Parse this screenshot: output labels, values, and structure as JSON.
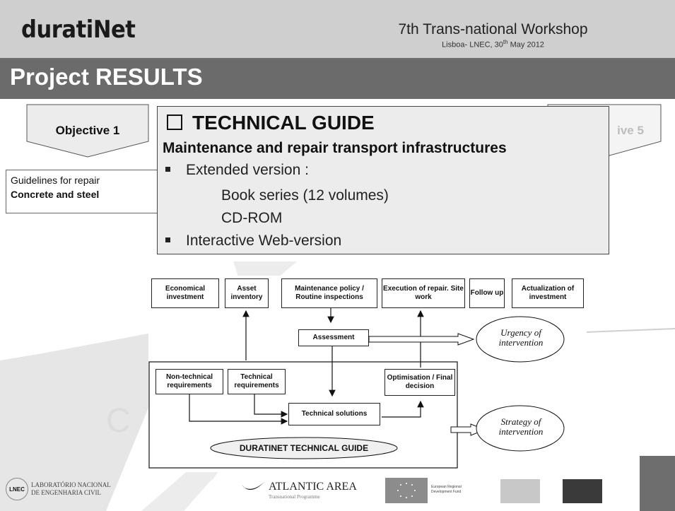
{
  "header": {
    "brand": "duratiNet",
    "workshop_title": "7th Trans-national Workshop",
    "workshop_place": "Lisboa- LNEC,  30",
    "workshop_sup": "th",
    "workshop_date": " May 2012"
  },
  "slide_title": "Project RESULTS",
  "objectives": {
    "obj1": "Objective 1",
    "obj5_partial": "ive 5",
    "guidelines_line1": "Guidelines for repair",
    "guidelines_line2": "Concrete and steel"
  },
  "technical_guide": {
    "title_icon": "checkbox-empty-icon",
    "title": "TECHNICAL GUIDE",
    "subtitle": "Maintenance and repair transport infrastructures",
    "bullet1": "Extended version :",
    "item1": "Book series (12 volumes)",
    "item2": "CD-ROM",
    "bullet2": "Interactive Web-version"
  },
  "diagram": {
    "top_boxes": [
      "Economical investment",
      "Asset inventory",
      "Maintenance policy / Routine inspections",
      "Execution of repair. Site work",
      "Follow up",
      "Actualization of investment"
    ],
    "assessment": "Assessment",
    "urgency": "Urgency of intervention",
    "non_technical": "Non-technical requirements",
    "technical_req": "Technical requirements",
    "optimisation": "Optimisation / Final decision",
    "technical_solutions": "Technical solutions",
    "strategy": "Strategy of intervention",
    "guide_label": "DURATINET TECHNICAL GUIDE"
  },
  "footer": {
    "lnec_logo": "LNEC",
    "lnec_text1": "LABORATÓRIO NACIONAL",
    "lnec_text2": "DE ENGENHARIA CIVIL",
    "atlantic": "ATLANTIC AREA",
    "atlantic_sub": "Transnational Programme",
    "eu_text1": "European Regional",
    "eu_text2": "Development Fund"
  },
  "colors": {
    "header_bg": "#cfcfcf",
    "titlebar_bg": "#6b6b6b"
  }
}
